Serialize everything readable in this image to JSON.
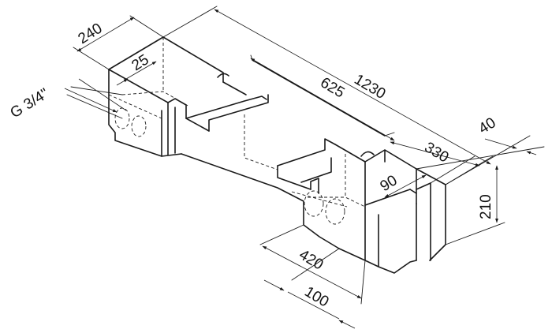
{
  "colors": {
    "ink": "#1a1a1a",
    "paper": "#ffffff"
  },
  "dimensions": {
    "overall_length": "1230",
    "inner_length": "625",
    "depth": "240",
    "wall": "25",
    "thread": "G 3/4\"",
    "end_section": "330",
    "end_cap": "40",
    "height": "210",
    "step": "90",
    "offset": "420",
    "bottom_width": "100"
  }
}
